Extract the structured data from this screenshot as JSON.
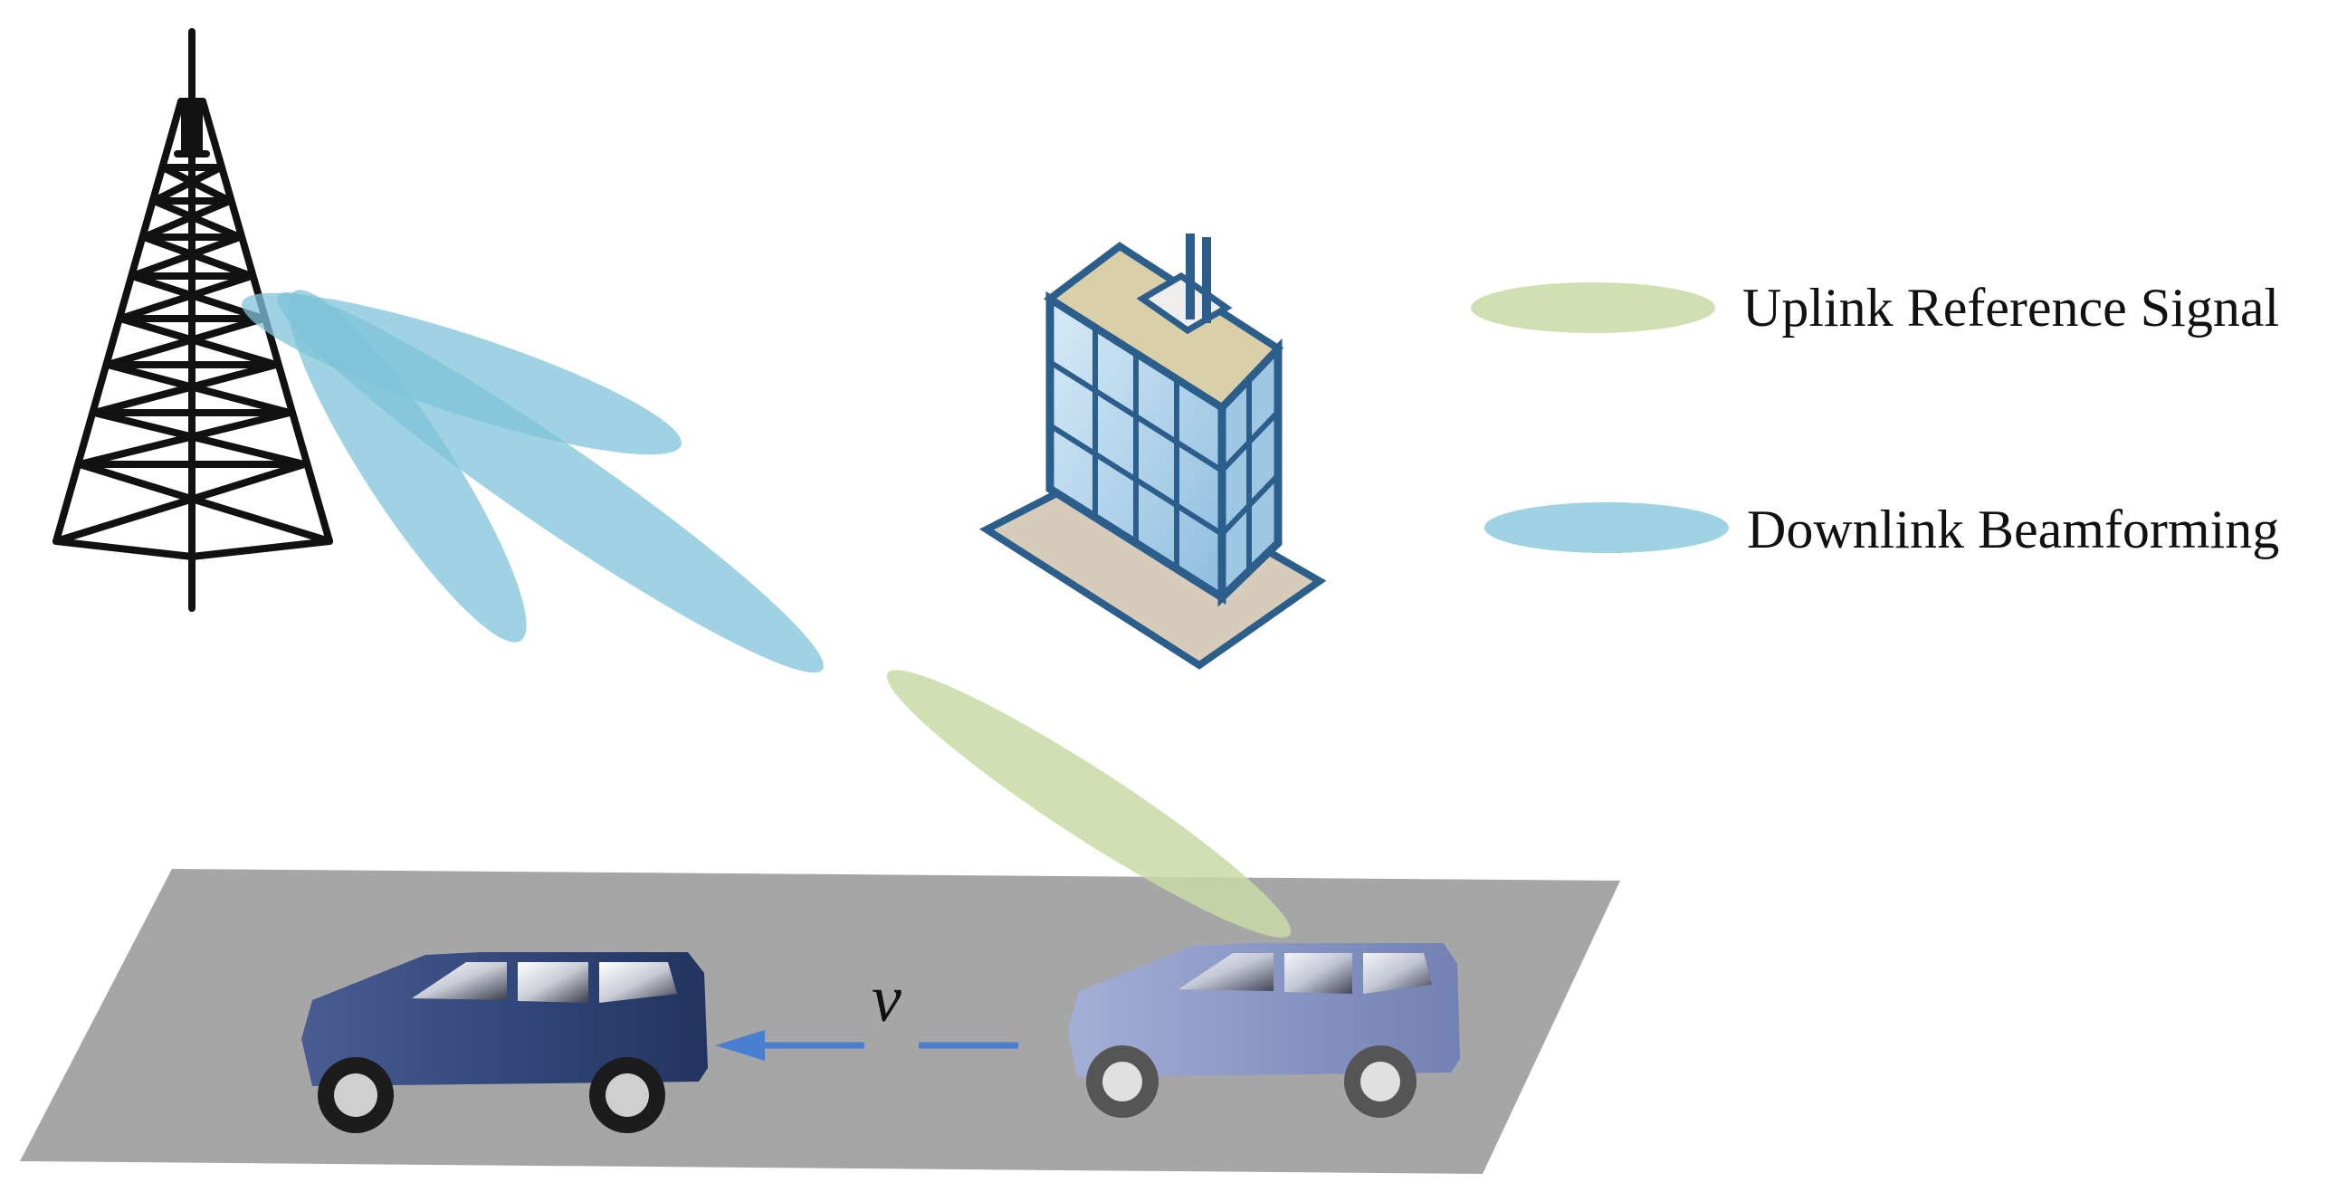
{
  "legend": {
    "uplink_label": "Uplink Reference Signal",
    "downlink_label": "Downlink Beamforming"
  },
  "motion": {
    "velocity_symbol": "v"
  },
  "colors": {
    "uplink_beam": "#c8dba6",
    "downlink_beam": "#7fc3d8",
    "road": "#a6a6a6",
    "motion_arrow": "#4a7fcf",
    "car_body_dark": "#2f4476",
    "car_body_light": "#8593c2",
    "tower": "#111111",
    "building_frame": "#2c5e8c",
    "building_glass": "#a9cde6"
  },
  "icons": [
    "tower-icon",
    "building-icon",
    "car-icon"
  ]
}
